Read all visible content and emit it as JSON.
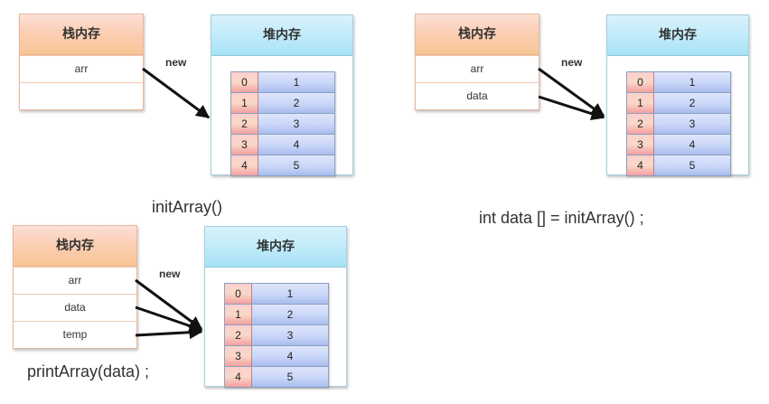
{
  "panels": [
    {
      "id": "init-array",
      "stack": {
        "title": "栈内存",
        "rows": [
          "arr",
          ""
        ]
      },
      "heap": {
        "title": "堆内存",
        "array": [
          {
            "index": "0",
            "value": "1"
          },
          {
            "index": "1",
            "value": "2"
          },
          {
            "index": "2",
            "value": "3"
          },
          {
            "index": "3",
            "value": "4"
          },
          {
            "index": "4",
            "value": "5"
          }
        ]
      },
      "arrow_label": "new",
      "caption": "initArray()"
    },
    {
      "id": "assign-data",
      "stack": {
        "title": "栈内存",
        "rows": [
          "arr",
          "data"
        ]
      },
      "heap": {
        "title": "堆内存",
        "array": [
          {
            "index": "0",
            "value": "1"
          },
          {
            "index": "1",
            "value": "2"
          },
          {
            "index": "2",
            "value": "3"
          },
          {
            "index": "3",
            "value": "4"
          },
          {
            "index": "4",
            "value": "5"
          }
        ]
      },
      "arrow_label": "new",
      "caption": "int data [] = initArray() ;"
    },
    {
      "id": "print-array",
      "stack": {
        "title": "栈内存",
        "rows": [
          "arr",
          "data",
          "temp"
        ]
      },
      "heap": {
        "title": "堆内存",
        "array": [
          {
            "index": "0",
            "value": "1"
          },
          {
            "index": "1",
            "value": "2"
          },
          {
            "index": "2",
            "value": "3"
          },
          {
            "index": "3",
            "value": "4"
          },
          {
            "index": "4",
            "value": "5"
          }
        ]
      },
      "arrow_label": "new",
      "caption": "printArray(data) ;"
    }
  ]
}
